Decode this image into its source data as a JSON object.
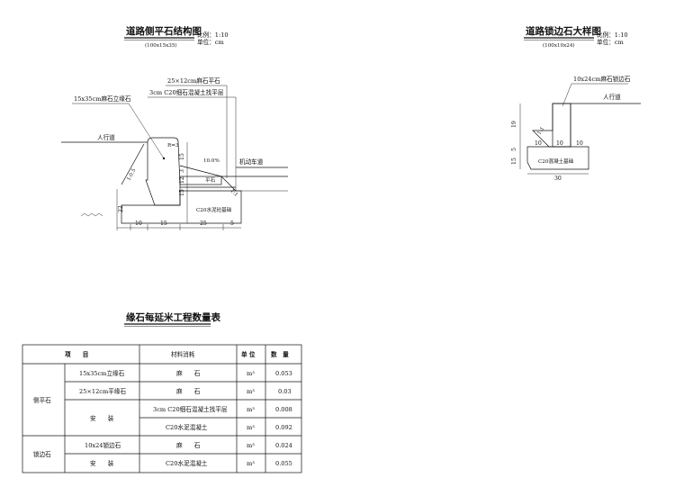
{
  "left_drawing": {
    "title": "道路侧平石结构图",
    "subtitle": "(100x15x35)",
    "scale": "比例：1:10",
    "unit": "单位：cm",
    "labels": {
      "flat_stone": "25×12cm麻石平石",
      "leveling": "3cm C20细石混凝土找平层",
      "curb": "15x35cm麻石立缘石",
      "sidewalk": "人行道",
      "motor_lane": "机动车道",
      "slope_pct": "10.0%",
      "radius": "R=3",
      "pingshi": "平石",
      "foundation": "C20水泥砼基础",
      "slope_left": "1:0.5",
      "slope_right": "1:1"
    },
    "dims": {
      "b_10": "10",
      "b_15": "15",
      "b_25": "25",
      "b_5": "5",
      "v_15": "15",
      "v_3": "3",
      "v_12": "12",
      "v_15b": "15",
      "v_22": "22"
    }
  },
  "right_drawing": {
    "title": "道路锁边石大样图",
    "subtitle": "(100x10x24)",
    "scale": "比例：1:10",
    "unit": "单位：cm",
    "labels": {
      "lock_stone": "10x24cm麻石锁边石",
      "sidewalk": "人行道",
      "slope": "1:1",
      "foundation": "C20混凝土基础"
    },
    "dims": {
      "v_19": "19",
      "v_5": "5",
      "v_15": "15",
      "h_10a": "10",
      "h_10b": "10",
      "h_10c": "10",
      "h_30": "30"
    }
  },
  "table": {
    "title": "缘石每延米工程数量表",
    "headers": {
      "item": "项　　目",
      "material": "材料消耗",
      "unit": "单 位",
      "qty": "数　量"
    },
    "group1": "侧平石",
    "group2": "锁边石",
    "install": "安　　装",
    "rows": [
      {
        "sub": "15x35cm立缘石",
        "material": "麻　　石",
        "unit": "m³",
        "qty": "0.053"
      },
      {
        "sub": "25×12cm平缘石",
        "material": "麻　　石",
        "unit": "m³",
        "qty": "0.03"
      },
      {
        "sub": "安　　装",
        "material": "3cm C20细石混凝土找平层",
        "unit": "m³",
        "qty": "0.008"
      },
      {
        "sub": "",
        "material": "C20水泥混凝土",
        "unit": "m³",
        "qty": "0.092"
      },
      {
        "sub": "10x24锁边石",
        "material": "麻　　石",
        "unit": "m³",
        "qty": "0.024"
      },
      {
        "sub": "安　　装",
        "material": "C20水泥混凝土",
        "unit": "m³",
        "qty": "0.055"
      }
    ]
  }
}
